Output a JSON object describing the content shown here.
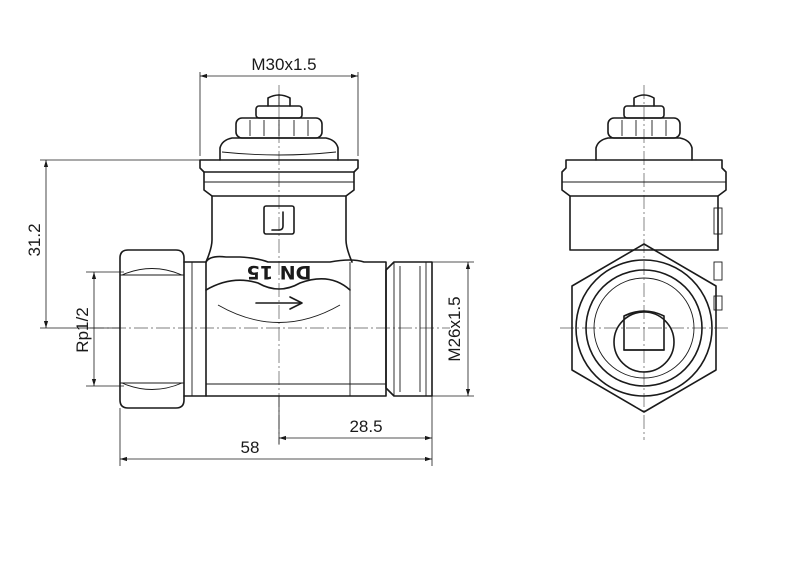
{
  "dimensions": {
    "top_thread": "M30x1.5",
    "height": "31.2",
    "inlet_thread": "Rp1/2",
    "outlet_thread": "M26x1.5",
    "half_length": "28.5",
    "overall_length": "58"
  },
  "body_marking": {
    "nominal_size": "DN 15",
    "flow_arrow": "arrow-right"
  },
  "icons": {
    "logo": "j-logo-icon",
    "flow": "arrow-right-icon"
  }
}
